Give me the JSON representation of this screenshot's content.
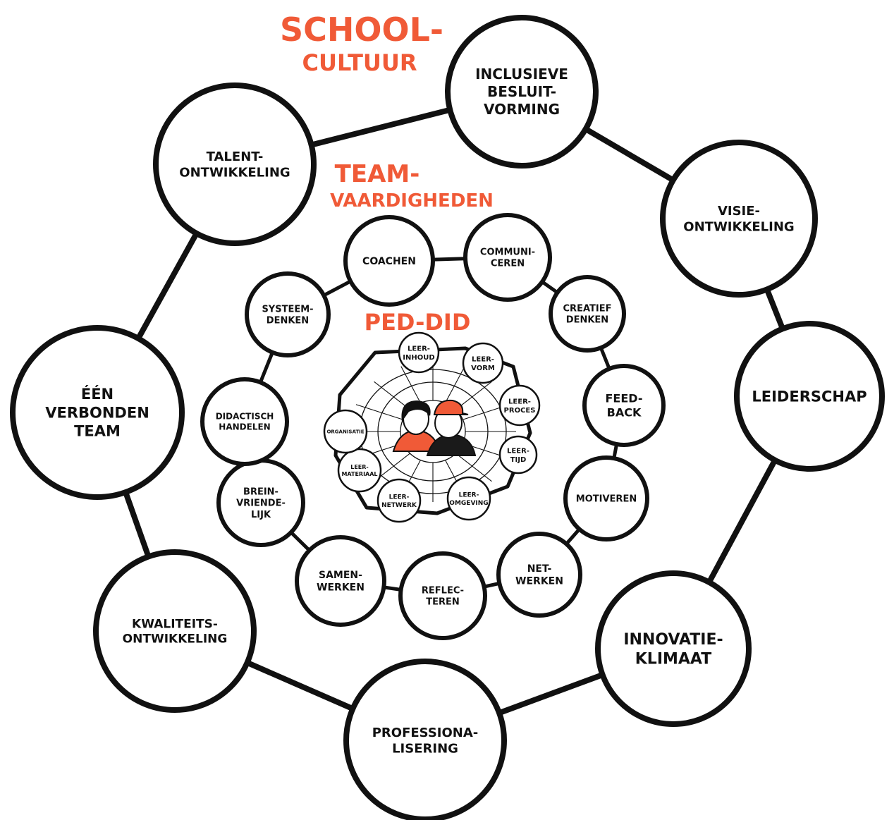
{
  "colors": {
    "ink": "#111111",
    "accent": "#f05a37",
    "background": "#ffffff",
    "shirt_orange": "#f05a37",
    "shirt_black": "#1a1a1a"
  },
  "headings": {
    "school_line1": "SCHOOL-",
    "school_line2": "CULTUUR",
    "team_line1": "TEAM-",
    "team_line2": "VAARDIGHEDEN",
    "peddid": "PED-DID"
  },
  "outer_ring": [
    {
      "lines": [
        "INCLUSIEVE",
        "BESLUIT-",
        "VORMING"
      ]
    },
    {
      "lines": [
        "VISIE-",
        "ONTWIKKELING"
      ]
    },
    {
      "lines": [
        "LEIDERSCHAP"
      ]
    },
    {
      "lines": [
        "INNOVATIE-",
        "KLIMAAT"
      ]
    },
    {
      "lines": [
        "PROFESSIONA-",
        "LISERING"
      ]
    },
    {
      "lines": [
        "KWALITEITS-",
        "ONTWIKKELING"
      ]
    },
    {
      "lines": [
        "ÉÉN",
        "VERBONDEN",
        "TEAM"
      ]
    },
    {
      "lines": [
        "TALENT-",
        "ONTWIKKELING"
      ]
    }
  ],
  "middle_ring": [
    {
      "lines": [
        "COACHEN"
      ]
    },
    {
      "lines": [
        "COMMUNI-",
        "CEREN"
      ]
    },
    {
      "lines": [
        "CREATIEF",
        "DENKEN"
      ]
    },
    {
      "lines": [
        "FEED-",
        "BACK"
      ]
    },
    {
      "lines": [
        "MOTIVEREN"
      ]
    },
    {
      "lines": [
        "NET-",
        "WERKEN"
      ]
    },
    {
      "lines": [
        "REFLEC-",
        "TEREN"
      ]
    },
    {
      "lines": [
        "SAMEN-",
        "WERKEN"
      ]
    },
    {
      "lines": [
        "BREIN-",
        "VRIENDE-",
        "LIJK"
      ]
    },
    {
      "lines": [
        "DIDACTISCH",
        "HANDELEN"
      ]
    },
    {
      "lines": [
        "SYSTEEM-",
        "DENKEN"
      ]
    }
  ],
  "inner_ring": [
    {
      "lines": [
        "LEER-",
        "INHOUD"
      ]
    },
    {
      "lines": [
        "LEER-",
        "VORM"
      ]
    },
    {
      "lines": [
        "LEER-",
        "PROCES"
      ]
    },
    {
      "lines": [
        "LEER-",
        "TIJD"
      ]
    },
    {
      "lines": [
        "LEER-",
        "OMGEVING"
      ]
    },
    {
      "lines": [
        "LEER-",
        "NETWERK"
      ]
    },
    {
      "lines": [
        "LEER-",
        "MATERIAAL"
      ]
    },
    {
      "lines": [
        "ORGANISATIE"
      ]
    }
  ]
}
